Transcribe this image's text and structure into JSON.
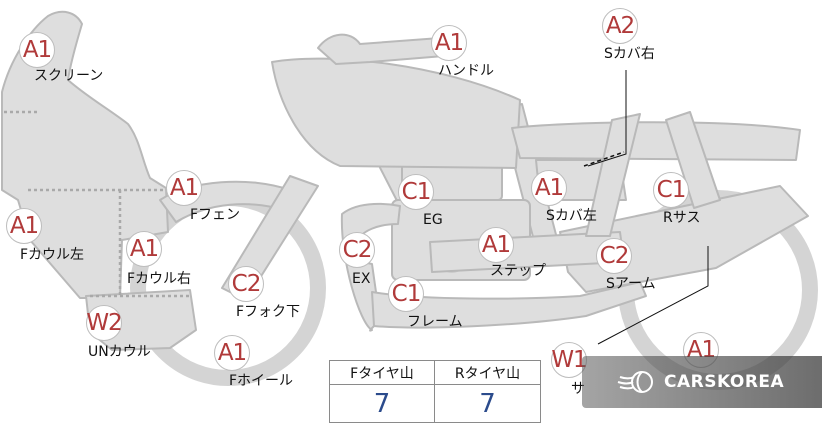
{
  "colors": {
    "part_fill": "#dedede",
    "part_stroke": "#b9b9b9",
    "badge_text": "#b03a3a",
    "value_text": "#2b4b8c"
  },
  "parts": [
    {
      "grade": "A1",
      "label": "スクリーン"
    },
    {
      "grade": "A1",
      "label": "ハンドル"
    },
    {
      "grade": "A2",
      "label": "Sカバ右"
    },
    {
      "grade": "A1",
      "label": "Fフェン"
    },
    {
      "grade": "C1",
      "label": "EG"
    },
    {
      "grade": "A1",
      "label": "Sカバ左"
    },
    {
      "grade": "C1",
      "label": "Rサス"
    },
    {
      "grade": "A1",
      "label": "Fカウル左"
    },
    {
      "grade": "A1",
      "label": "Fカウル右"
    },
    {
      "grade": "C2",
      "label": "EX"
    },
    {
      "grade": "A1",
      "label": "ステップ"
    },
    {
      "grade": "C2",
      "label": "Sアーム"
    },
    {
      "grade": "C2",
      "label": "Fフォク下"
    },
    {
      "grade": "C1",
      "label": "フレーム"
    },
    {
      "grade": "W2",
      "label": "UNカウル"
    },
    {
      "grade": "A1",
      "label": "Fホイール"
    },
    {
      "grade": "W1",
      "label": "サ"
    },
    {
      "grade": "A1",
      "label": ""
    }
  ],
  "tire_table": {
    "headers": [
      "Fタイヤ山",
      "Rタイヤ山"
    ],
    "values": [
      "7",
      "7"
    ]
  },
  "watermark": {
    "text": "CARSKOREA",
    "icon": "flame-logo-icon"
  }
}
